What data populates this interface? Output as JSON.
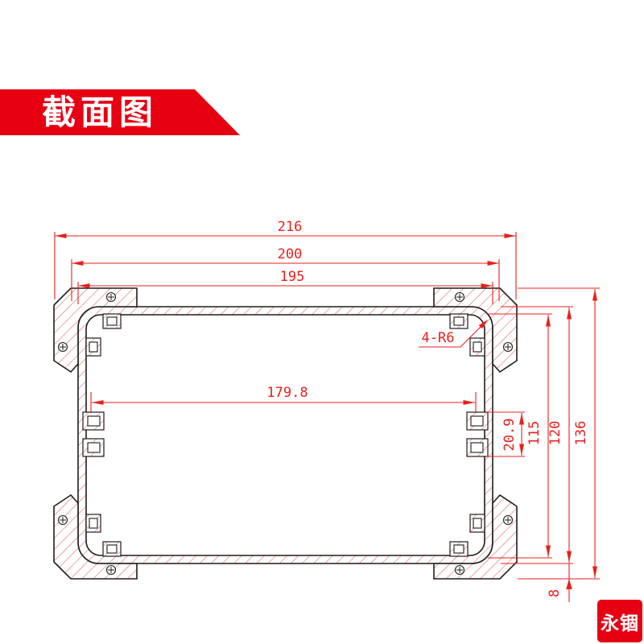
{
  "banner": {
    "title": "截面图",
    "bg_color": "#e60012",
    "text_color": "#ffffff"
  },
  "drawing": {
    "outline_color": "#1d1d1b",
    "dimension_color": "#e8201c",
    "hatch_color": "#e06a6a",
    "dimensions": {
      "overall_width": "216",
      "cap_width": "200",
      "body_width": "195",
      "inner_width": "179.8",
      "boss_gap": "20.9",
      "inner_height": "115",
      "body_height": "120",
      "overall_height": "136",
      "base_offset": "8",
      "corner_radius_note": "4-R6"
    }
  },
  "logo": {
    "text": "永锢",
    "bg_color": "#e60012",
    "text_color": "#ffffff"
  }
}
